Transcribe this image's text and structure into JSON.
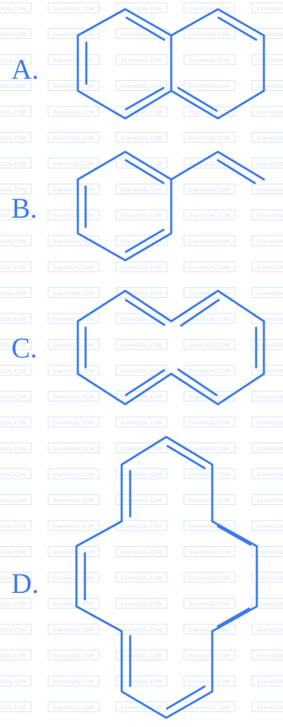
{
  "watermark": {
    "text": "ExamGOAL.COM",
    "color": "#d7e3f3"
  },
  "bond_color": "#3d7be8",
  "options": [
    {
      "label": "A.",
      "structure": "naphthalene-like"
    },
    {
      "label": "B.",
      "structure": "styrene-like"
    },
    {
      "label": "C.",
      "structure": "ten-membered-ring"
    },
    {
      "label": "D.",
      "structure": "fourteen-membered-ring"
    }
  ]
}
